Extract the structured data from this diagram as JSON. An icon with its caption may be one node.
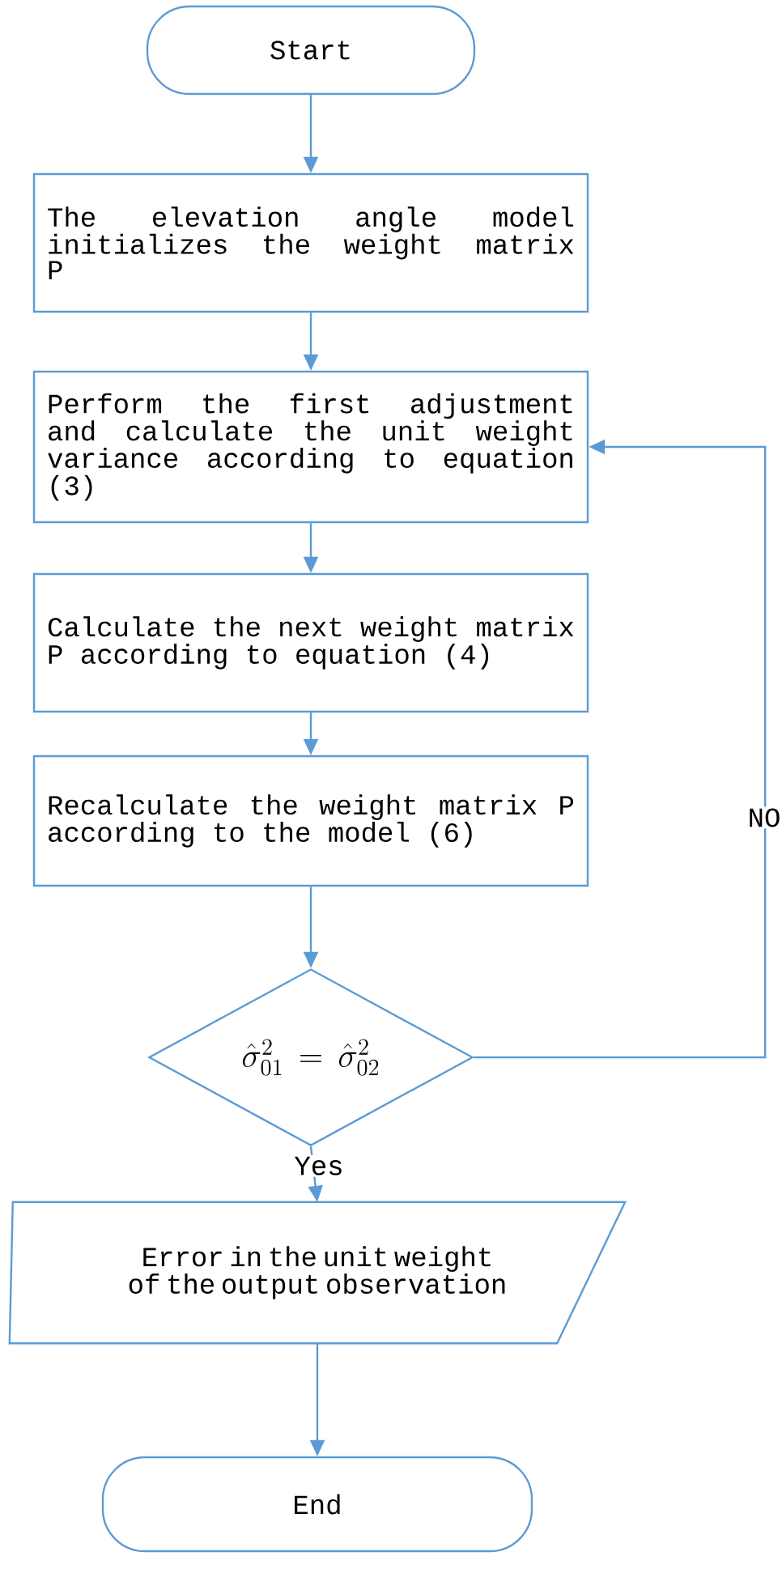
{
  "diagram": {
    "nodes": [
      {
        "text": [
          "Start"
        ]
      },
      {
        "text": [
          "The elevation angle model initializes the weight matrix P"
        ]
      },
      {
        "text": [
          "Perform the first adjustment and calculate the unit weight variance according to equation (3)"
        ]
      },
      {
        "text": [
          "Calculate the next weight matrix P according to equation (4)"
        ]
      },
      {
        "text": [
          "Recalculate the weight matrix P according to the model (6)"
        ]
      },
      {
        "text": [
          "\\hat{\\sigma}_{01}^{2} \\,=\\, \\hat{\\sigma}_{02}^{2}"
        ]
      },
      {
        "text": [
          "Error in the unit weight of the output observation"
        ]
      },
      {
        "text": [
          "End"
        ]
      }
    ],
    "edges": [
      {
        "from": 0,
        "to": 1,
        "arrow": "to"
      },
      {
        "from": 1,
        "to": 2,
        "arrow": "to"
      },
      {
        "from": 2,
        "to": 3,
        "arrow": "to"
      },
      {
        "from": 3,
        "to": 4,
        "arrow": "to"
      },
      {
        "from": 4,
        "to": 5,
        "arrow": "to"
      },
      {
        "from": 5,
        "to": 2,
        "arrow": "to",
        "label": "NO"
      },
      {
        "from": 5,
        "to": 6,
        "arrow": "to",
        "label": "Yes"
      },
      {
        "from": 6,
        "to": 7,
        "arrow": "to"
      }
    ]
  }
}
